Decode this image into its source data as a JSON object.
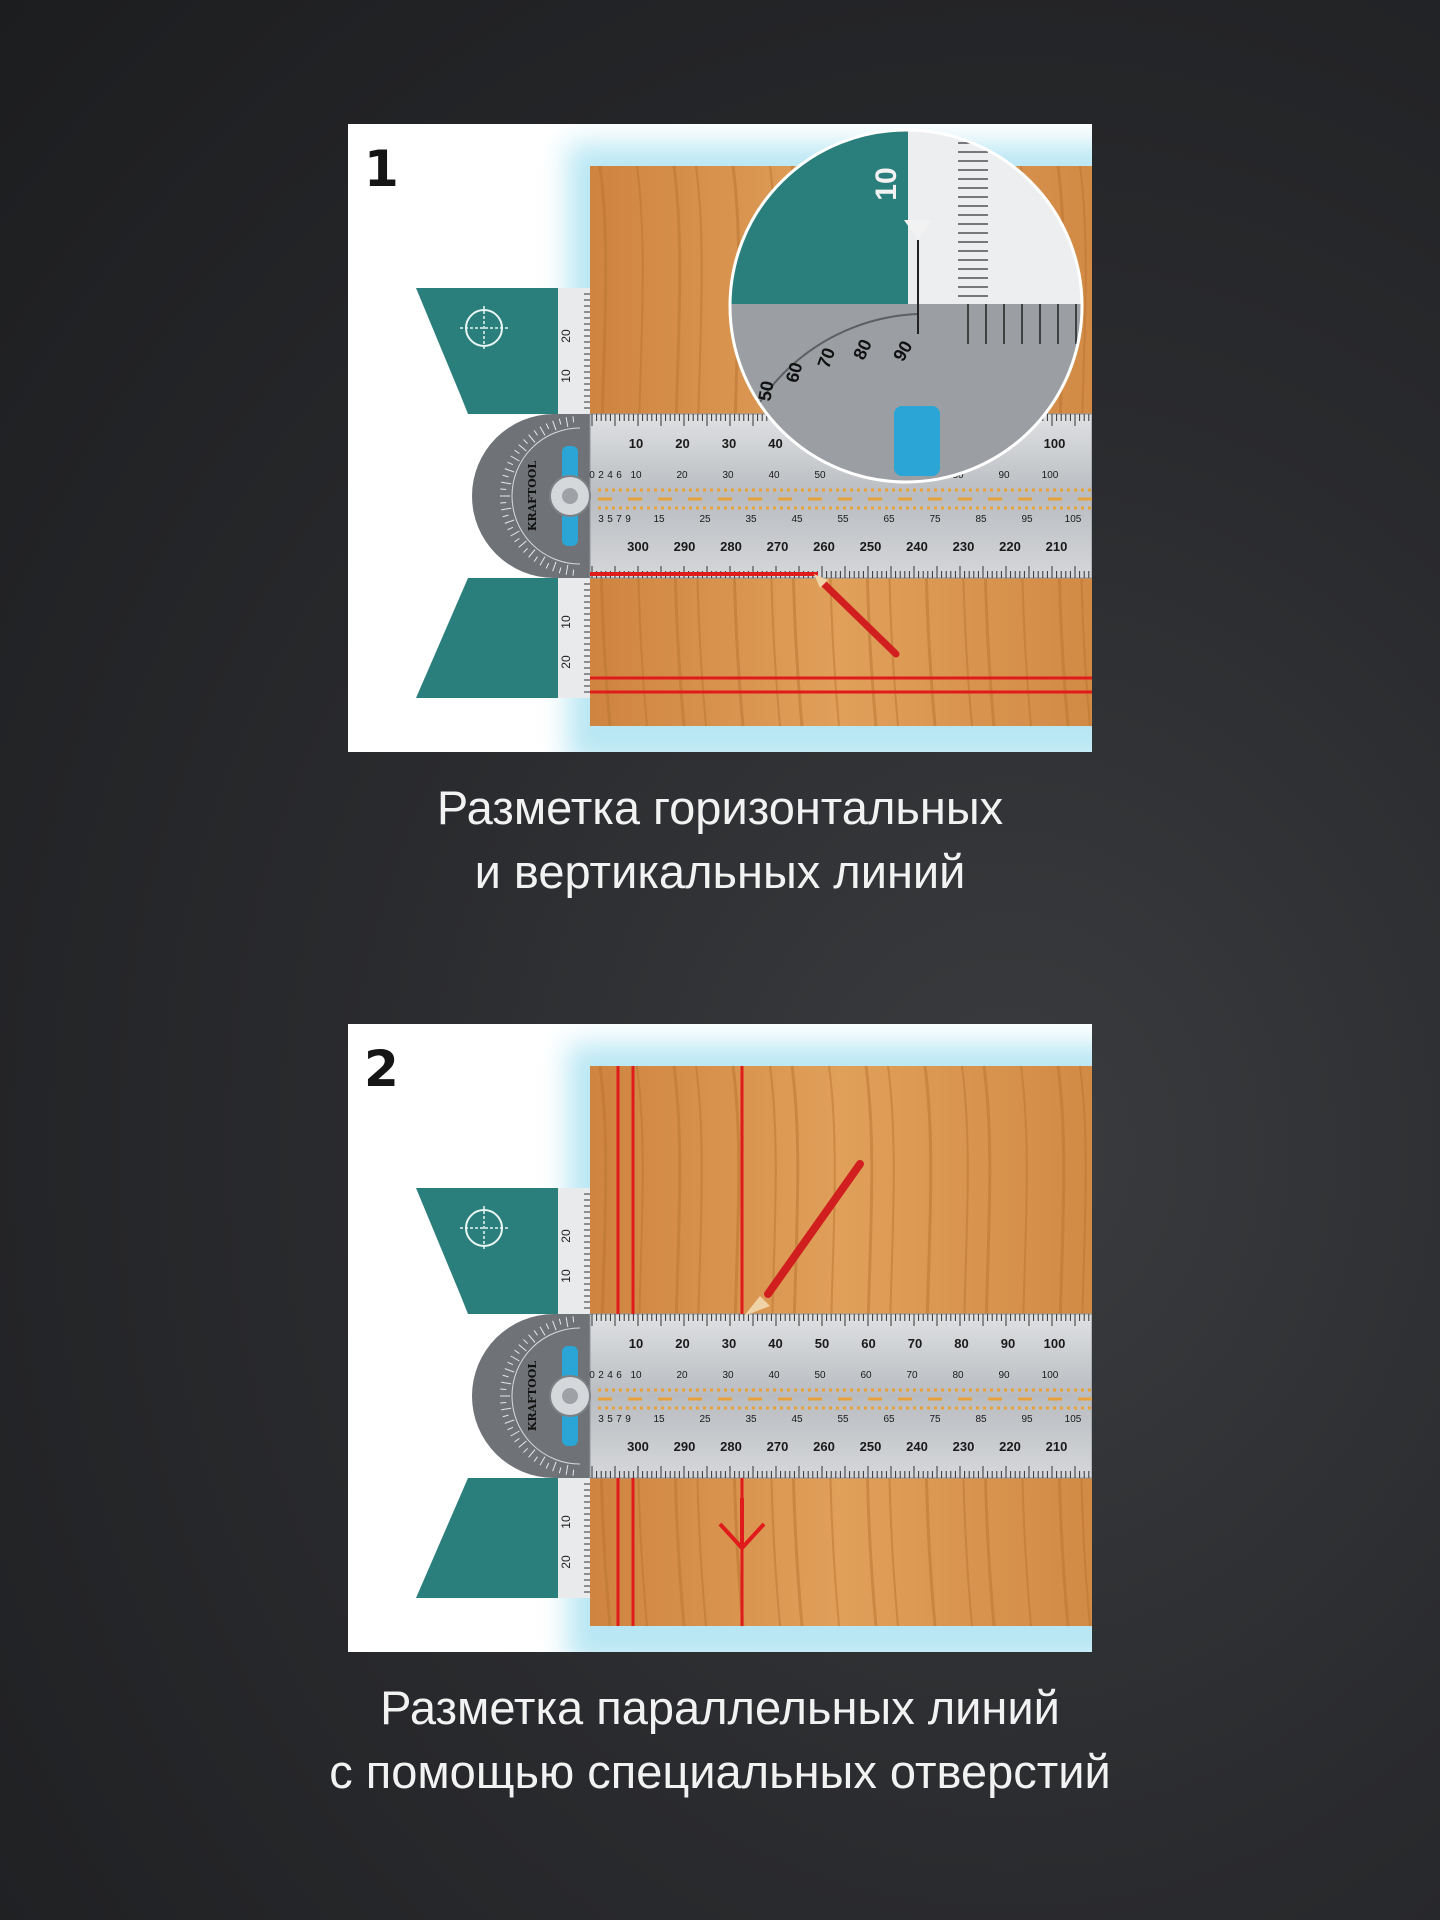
{
  "panels": [
    {
      "number": "1",
      "caption_line1": "Разметка горизонтальных",
      "caption_line2": "и вертикальных линий",
      "variant": "horizontal-vertical"
    },
    {
      "number": "2",
      "caption_line1": "Разметка параллельных линий",
      "caption_line2": "с помощью специальных отверстий",
      "variant": "parallel"
    }
  ],
  "ruler": {
    "brand": "KRAFTOOL",
    "top_scale": [
      "10",
      "20",
      "30",
      "40",
      "50",
      "60",
      "70",
      "80",
      "90",
      "100"
    ],
    "mid_scale_top": [
      "0",
      "2",
      "4",
      "6",
      "10",
      "20",
      "30",
      "40",
      "50",
      "60",
      "70",
      "80",
      "90",
      "100"
    ],
    "mid_scale_bottom": [
      "3",
      "5",
      "7",
      "9",
      "15",
      "25",
      "35",
      "45",
      "55",
      "65",
      "75",
      "85",
      "95",
      "105"
    ],
    "bottom_scale": [
      "300",
      "290",
      "280",
      "270",
      "260",
      "250",
      "240",
      "230",
      "220",
      "210"
    ],
    "side_scale": [
      "10",
      "20"
    ],
    "zoom_labels": [
      "10",
      "50",
      "60",
      "70",
      "80",
      "90"
    ]
  },
  "colors": {
    "background": "#242528",
    "panel": "#ffffff",
    "wood": "#d9924a",
    "teal": "#2a7f7c",
    "ruler": "#c8cbcf",
    "red_line": "#e01b1b",
    "glow": "#7fd3ea"
  }
}
